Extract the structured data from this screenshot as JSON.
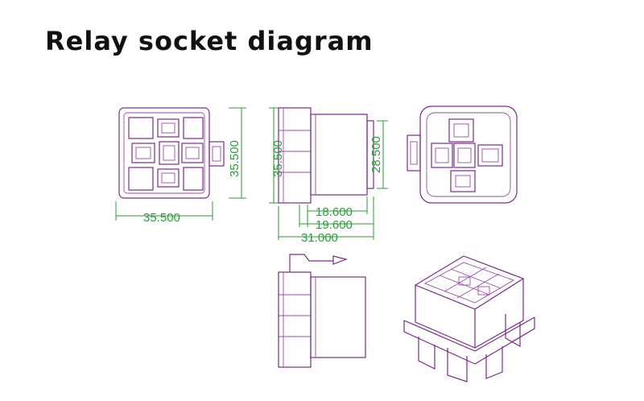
{
  "title": "Relay socket diagram",
  "colors": {
    "outline": "#7a2a8a",
    "dimension": "#2e9a3a",
    "title": "#111111"
  },
  "dimensions": {
    "front_width": "35.500",
    "front_height": "35.500",
    "side_height": "35.500",
    "side_depth_inner": "18.600",
    "side_depth_mid": "19.600",
    "side_depth_total": "31.000",
    "back_height": "28.500"
  }
}
